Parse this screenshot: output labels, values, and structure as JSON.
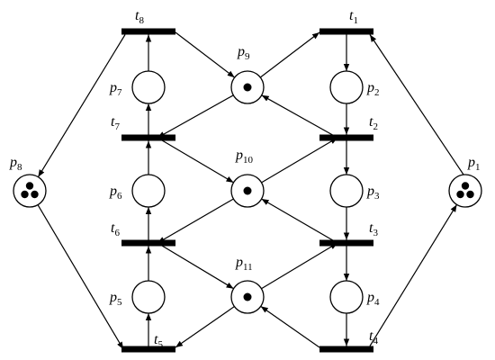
{
  "places": [
    {
      "id": "p1",
      "label": "p",
      "sub": "1",
      "tokens": 3
    },
    {
      "id": "p2",
      "label": "p",
      "sub": "2",
      "tokens": 0
    },
    {
      "id": "p3",
      "label": "p",
      "sub": "3",
      "tokens": 0
    },
    {
      "id": "p4",
      "label": "p",
      "sub": "4",
      "tokens": 0
    },
    {
      "id": "p5",
      "label": "p",
      "sub": "5",
      "tokens": 0
    },
    {
      "id": "p6",
      "label": "p",
      "sub": "6",
      "tokens": 0
    },
    {
      "id": "p7",
      "label": "p",
      "sub": "7",
      "tokens": 0
    },
    {
      "id": "p8",
      "label": "p",
      "sub": "8",
      "tokens": 3
    },
    {
      "id": "p9",
      "label": "p",
      "sub": "9",
      "tokens": 1
    },
    {
      "id": "p10",
      "label": "p",
      "sub": "10",
      "tokens": 1
    },
    {
      "id": "p11",
      "label": "p",
      "sub": "11",
      "tokens": 1
    }
  ],
  "transitions": [
    {
      "id": "t1",
      "label": "t",
      "sub": "1"
    },
    {
      "id": "t2",
      "label": "t",
      "sub": "2"
    },
    {
      "id": "t3",
      "label": "t",
      "sub": "3"
    },
    {
      "id": "t4",
      "label": "t",
      "sub": "4"
    },
    {
      "id": "t5",
      "label": "t",
      "sub": "5"
    },
    {
      "id": "t6",
      "label": "t",
      "sub": "6"
    },
    {
      "id": "t7",
      "label": "t",
      "sub": "7"
    },
    {
      "id": "t8",
      "label": "t",
      "sub": "8"
    }
  ],
  "arcs": [
    [
      "p1",
      "t1"
    ],
    [
      "t1",
      "p2"
    ],
    [
      "p2",
      "t2"
    ],
    [
      "t2",
      "p3"
    ],
    [
      "p3",
      "t3"
    ],
    [
      "t3",
      "p4"
    ],
    [
      "p4",
      "t4"
    ],
    [
      "t4",
      "p1"
    ],
    [
      "p8",
      "t5"
    ],
    [
      "t5",
      "p5"
    ],
    [
      "p5",
      "t6"
    ],
    [
      "t6",
      "p6"
    ],
    [
      "p6",
      "t7"
    ],
    [
      "t7",
      "p7"
    ],
    [
      "p7",
      "t8"
    ],
    [
      "t8",
      "p8"
    ],
    [
      "p9",
      "t1"
    ],
    [
      "t2",
      "p9"
    ],
    [
      "t8",
      "p9"
    ],
    [
      "p9",
      "t7"
    ],
    [
      "p10",
      "t2"
    ],
    [
      "t3",
      "p10"
    ],
    [
      "t7",
      "p10"
    ],
    [
      "p10",
      "t6"
    ],
    [
      "p11",
      "t3"
    ],
    [
      "t4",
      "p11"
    ],
    [
      "t6",
      "p11"
    ],
    [
      "p11",
      "t5"
    ]
  ]
}
